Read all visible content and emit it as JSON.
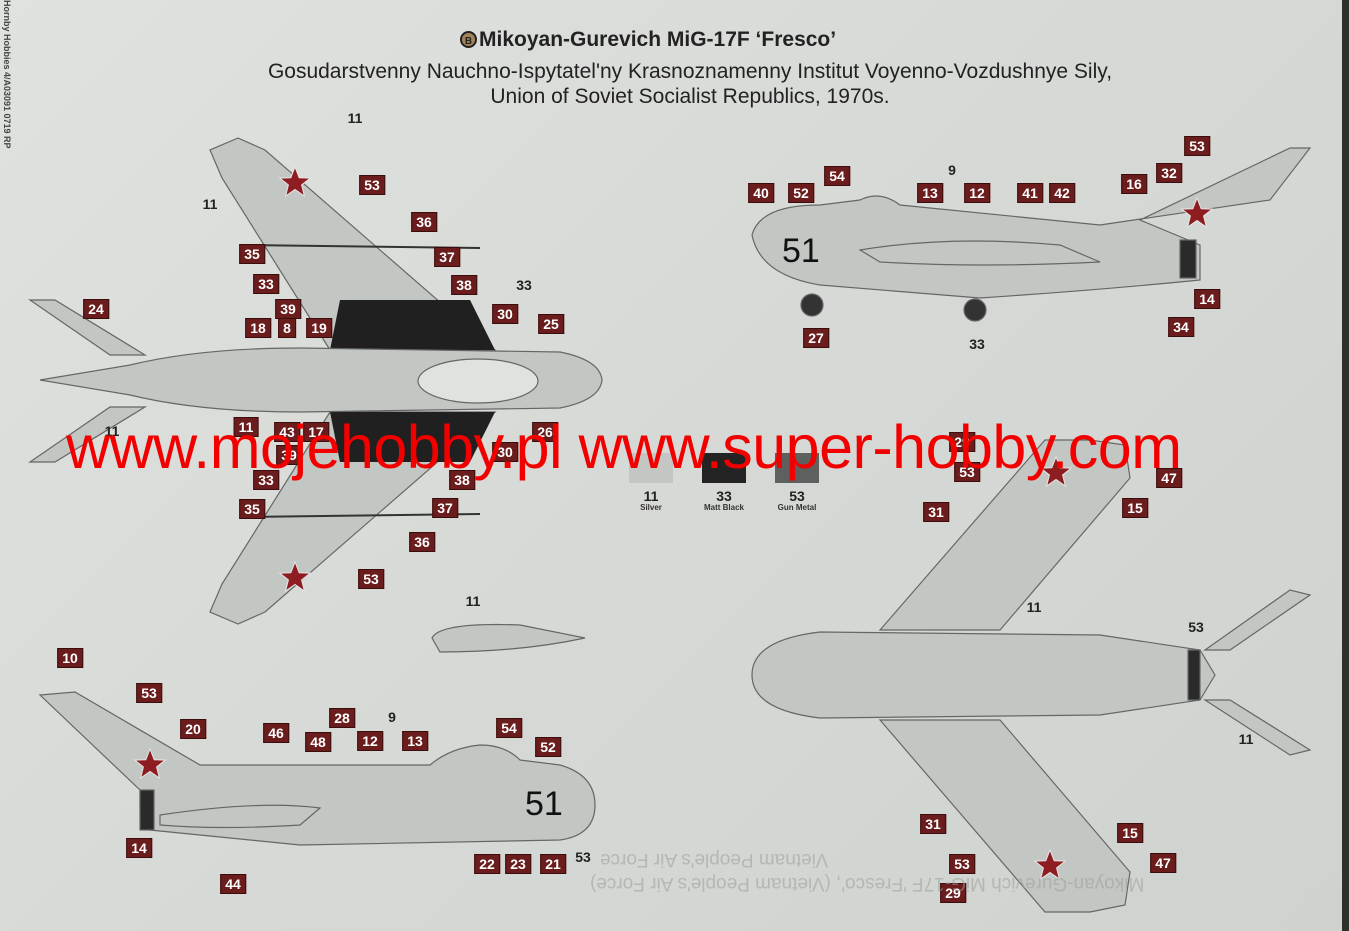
{
  "sheet": {
    "printer_code": "Hornby Hobbies 4/A03091 0719 RP",
    "scheme_badge": "B",
    "title": "Mikoyan-Gurevich MiG-17F ‘Fresco’",
    "subtitle_line1": "Gosudarstvenny Nauchno-Ispytatel'ny Krasnoznamenny Institut Voyenno-Vozdushnye Sily,",
    "subtitle_line2": "Union of Soviet Socialist Republics, 1970s.",
    "aircraft_number": "51"
  },
  "paints": [
    {
      "number": "11",
      "name": "Silver",
      "color": "#c4c6c4"
    },
    {
      "number": "33",
      "name": "Matt Black",
      "color": "#222322"
    },
    {
      "number": "53",
      "name": "Gun Metal",
      "color": "#5e605f"
    }
  ],
  "colors": {
    "star_red": "#8e1d22",
    "callout_box": "#6b1c1c",
    "aircraft": "#c3c7c3",
    "watermark": "#f20000"
  },
  "watermark": "www.mojehobby.pl www.super-hobby.com",
  "bleed_through": {
    "line1": "Mikoyan-Gurevich MiG-17F 'Fresco', (Vietnam People's Air Force)",
    "line2": "Vietnam People's Air Force"
  },
  "callouts": {
    "top_view": [
      {
        "n": "11",
        "style": "plain"
      },
      {
        "n": "11",
        "style": "plain"
      },
      {
        "n": "53",
        "style": "box"
      },
      {
        "n": "36",
        "style": "box"
      },
      {
        "n": "35",
        "style": "box"
      },
      {
        "n": "37",
        "style": "box"
      },
      {
        "n": "33",
        "style": "box"
      },
      {
        "n": "38",
        "style": "box"
      },
      {
        "n": "33",
        "style": "plain"
      },
      {
        "n": "39",
        "style": "box"
      },
      {
        "n": "30",
        "style": "box"
      },
      {
        "n": "24",
        "style": "box"
      },
      {
        "n": "18",
        "style": "box"
      },
      {
        "n": "8",
        "style": "box"
      },
      {
        "n": "19",
        "style": "box"
      },
      {
        "n": "25",
        "style": "box"
      },
      {
        "n": "11",
        "style": "box"
      },
      {
        "n": "43",
        "style": "box"
      },
      {
        "n": "17",
        "style": "box"
      },
      {
        "n": "26",
        "style": "box"
      },
      {
        "n": "39",
        "style": "box"
      },
      {
        "n": "30",
        "style": "box"
      },
      {
        "n": "33",
        "style": "box"
      },
      {
        "n": "38",
        "style": "box"
      },
      {
        "n": "35",
        "style": "box"
      },
      {
        "n": "37",
        "style": "box"
      },
      {
        "n": "36",
        "style": "box"
      },
      {
        "n": "53",
        "style": "box"
      },
      {
        "n": "11",
        "style": "plain"
      },
      {
        "n": "11",
        "style": "plain"
      }
    ],
    "right_side_view": [
      {
        "n": "9",
        "style": "plain"
      },
      {
        "n": "13",
        "style": "box"
      },
      {
        "n": "12",
        "style": "box"
      },
      {
        "n": "41",
        "style": "box"
      },
      {
        "n": "42",
        "style": "box"
      },
      {
        "n": "54",
        "style": "box"
      },
      {
        "n": "40",
        "style": "box"
      },
      {
        "n": "52",
        "style": "box"
      },
      {
        "n": "16",
        "style": "box"
      },
      {
        "n": "32",
        "style": "box"
      },
      {
        "n": "53",
        "style": "box"
      },
      {
        "n": "14",
        "style": "box"
      },
      {
        "n": "34",
        "style": "box"
      },
      {
        "n": "27",
        "style": "box"
      },
      {
        "n": "33",
        "style": "plain"
      }
    ],
    "underside_view": [
      {
        "n": "29",
        "style": "box"
      },
      {
        "n": "53",
        "style": "box"
      },
      {
        "n": "47",
        "style": "box"
      },
      {
        "n": "31",
        "style": "box"
      },
      {
        "n": "15",
        "style": "box"
      },
      {
        "n": "11",
        "style": "plain"
      },
      {
        "n": "53",
        "style": "plain"
      },
      {
        "n": "11",
        "style": "plain"
      },
      {
        "n": "31",
        "style": "box"
      },
      {
        "n": "15",
        "style": "box"
      },
      {
        "n": "53",
        "style": "box"
      },
      {
        "n": "47",
        "style": "box"
      },
      {
        "n": "29",
        "style": "box"
      }
    ],
    "left_side_view": [
      {
        "n": "10",
        "style": "box"
      },
      {
        "n": "53",
        "style": "box"
      },
      {
        "n": "20",
        "style": "box"
      },
      {
        "n": "46",
        "style": "box"
      },
      {
        "n": "28",
        "style": "box"
      },
      {
        "n": "48",
        "style": "box"
      },
      {
        "n": "12",
        "style": "box"
      },
      {
        "n": "9",
        "style": "plain"
      },
      {
        "n": "13",
        "style": "box"
      },
      {
        "n": "54",
        "style": "box"
      },
      {
        "n": "52",
        "style": "box"
      },
      {
        "n": "14",
        "style": "box"
      },
      {
        "n": "44",
        "style": "box"
      },
      {
        "n": "22",
        "style": "box"
      },
      {
        "n": "23",
        "style": "box"
      },
      {
        "n": "21",
        "style": "box"
      },
      {
        "n": "53",
        "style": "plain"
      }
    ]
  }
}
